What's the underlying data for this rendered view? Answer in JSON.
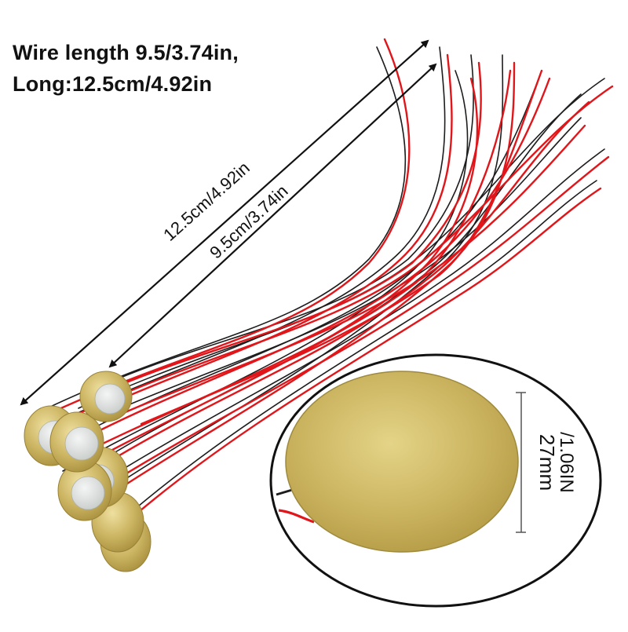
{
  "headline": {
    "line1": "Wire length 9.5/3.74in,",
    "line2": "Long:12.5cm/4.92in"
  },
  "dimensions": {
    "long_label": "12.5cm/4.92in",
    "short_label": "9.5cm/3.74in",
    "diameter_mm": "27mm",
    "diameter_in": "/1.06IN"
  },
  "colors": {
    "wire_red": "#e0161b",
    "wire_black": "#1a1a1a",
    "brass": "#c9b25c",
    "brass_light": "#e7d68f",
    "ceramic": "#dfe2e0",
    "background": "#ffffff"
  }
}
